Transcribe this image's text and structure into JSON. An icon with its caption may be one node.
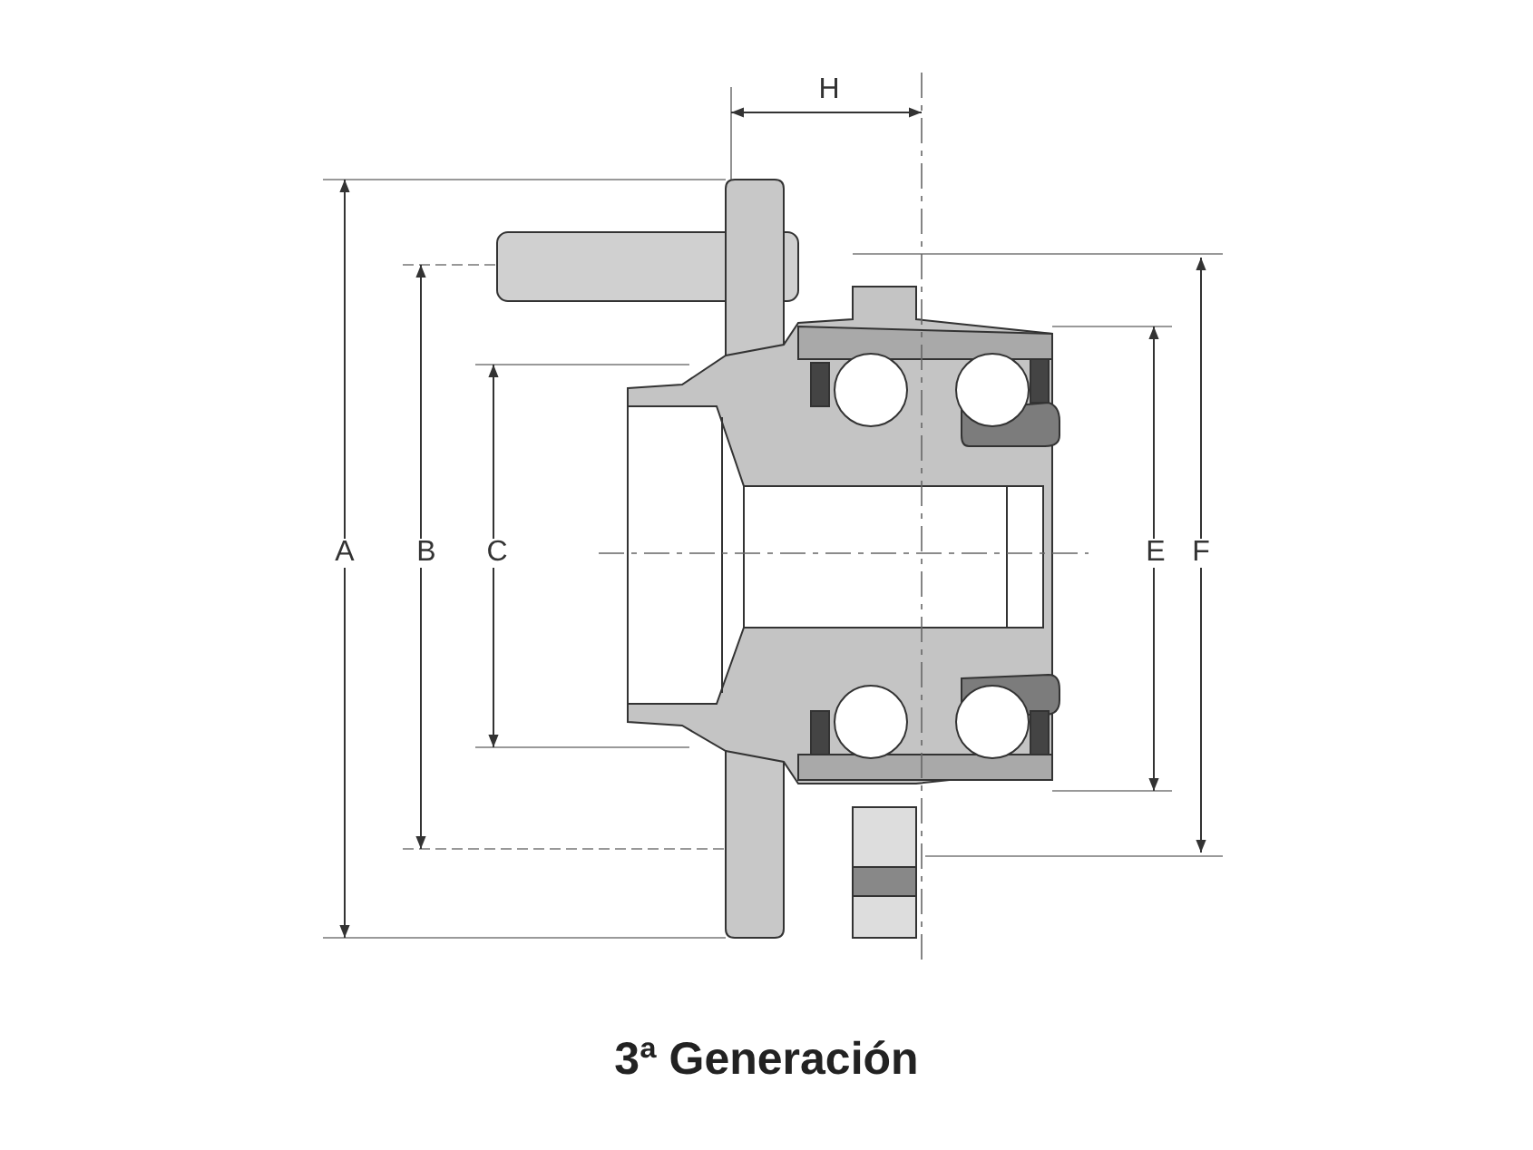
{
  "diagram": {
    "caption": "3ª Generación",
    "labels": [
      "H",
      "A",
      "B",
      "C",
      "E",
      "F"
    ]
  }
}
